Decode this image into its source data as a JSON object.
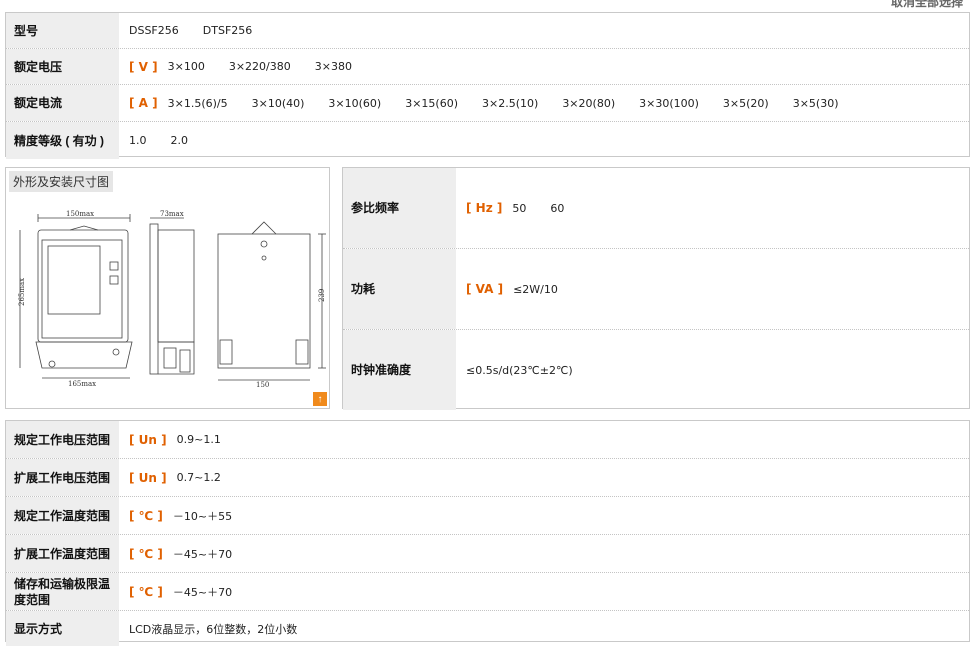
{
  "top_link": "取消全部选择",
  "spec1": [
    {
      "label": "型号",
      "unit": "",
      "options": [
        "DSSF256",
        "DTSF256"
      ]
    },
    {
      "label": "额定电压",
      "unit": "[ V ]",
      "options": [
        "3×100",
        "3×220/380",
        "3×380"
      ]
    },
    {
      "label": "额定电流",
      "unit": "[ A ]",
      "options": [
        "3×1.5(6)/5",
        "3×10(40)",
        "3×10(60)",
        "3×15(60)",
        "3×2.5(10)",
        "3×20(80)",
        "3×30(100)",
        "3×5(20)",
        "3×5(30)"
      ]
    },
    {
      "label": "精度等级 ( 有功 )",
      "unit": "",
      "options": [
        "1.0",
        "2.0"
      ]
    }
  ],
  "image": {
    "title": "外形及安装尺寸图",
    "dims": {
      "top_width": "150max",
      "side_depth": "73max",
      "height": "265max",
      "bottom_width": "165max",
      "mount_width": "150",
      "mount_height": "239"
    },
    "corner_icon": "zoom-icon"
  },
  "spec2": [
    {
      "label": "参比频率",
      "unit": "[ Hz ]",
      "options": [
        "50",
        "60"
      ]
    },
    {
      "label": "功耗",
      "unit": "[ VA ]",
      "options": [
        "≤2W/10"
      ]
    },
    {
      "label": "时钟准确度",
      "unit": "",
      "options": [
        "≤0.5s/d(23℃±2℃)"
      ]
    }
  ],
  "spec3": [
    {
      "label": "规定工作电压范围",
      "unit": "[ Un ]",
      "options": [
        "0.9~1.1"
      ]
    },
    {
      "label": "扩展工作电压范围",
      "unit": "[ Un ]",
      "options": [
        "0.7~1.2"
      ]
    },
    {
      "label": "规定工作温度范围",
      "unit": "[ ℃ ]",
      "options": [
        "－10~＋55"
      ]
    },
    {
      "label": "扩展工作温度范围",
      "unit": "[ ℃ ]",
      "options": [
        "－45~＋70"
      ]
    },
    {
      "label": "储存和运输极限温度范围",
      "unit": "[ ℃ ]",
      "options": [
        "－45~＋70"
      ]
    },
    {
      "label": "显示方式",
      "unit": "",
      "options": [
        "LCD液晶显示，6位整数，2位小数"
      ]
    }
  ],
  "colors": {
    "accent": "#e06000",
    "label_bg": "#eeeeee",
    "border": "#c9c9c9"
  }
}
